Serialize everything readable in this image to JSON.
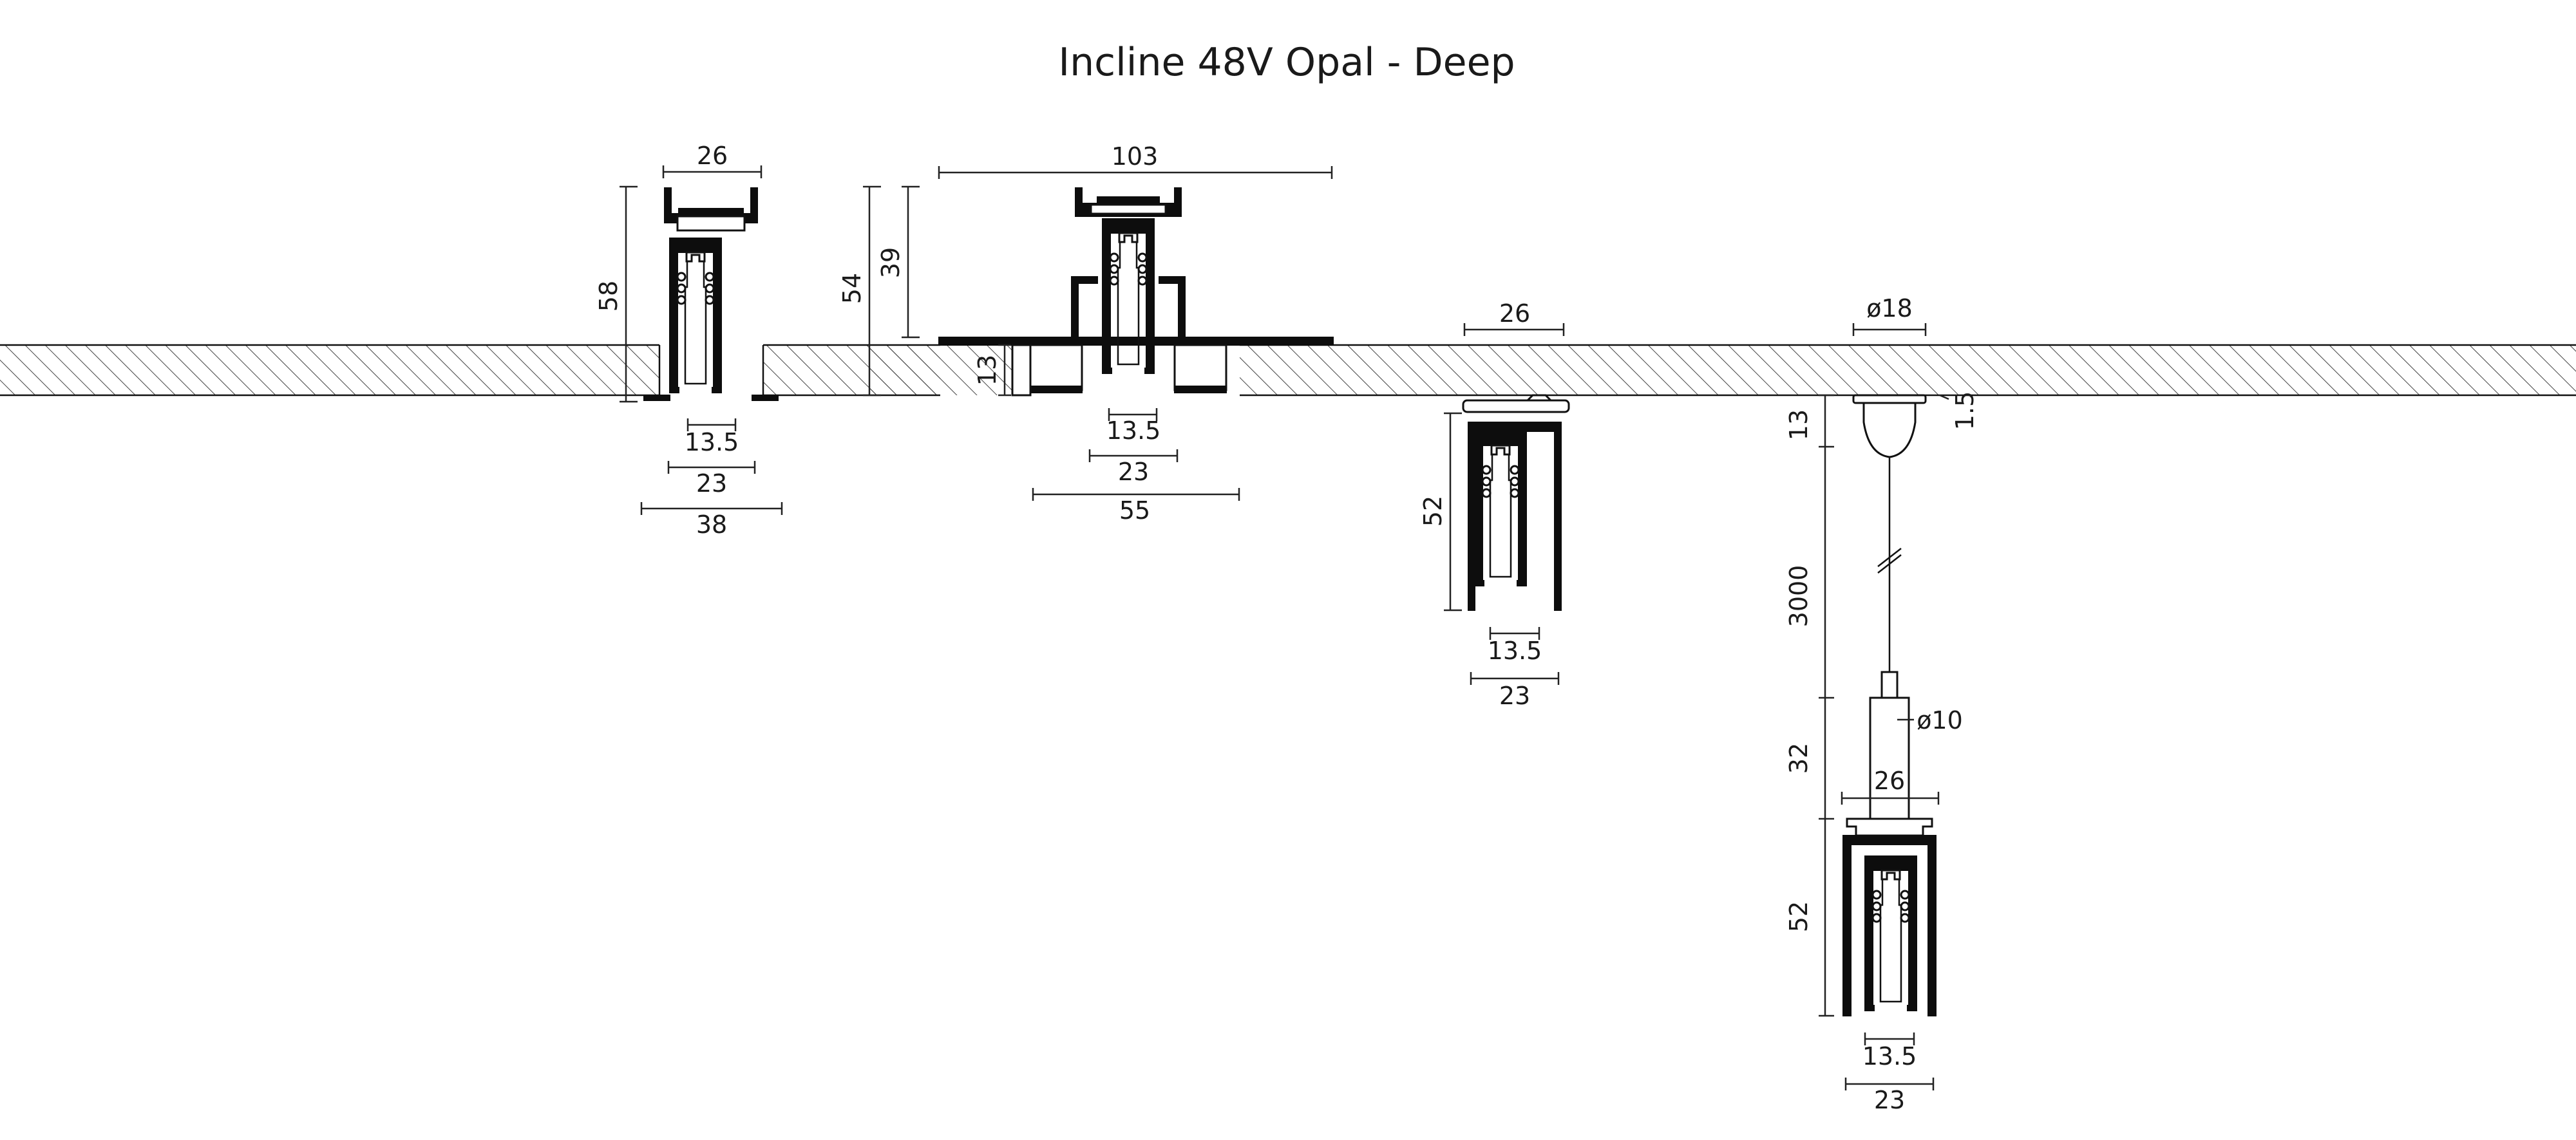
{
  "title": "Incline 48V Opal - Deep",
  "colors": {
    "ink": "#0d0d0d",
    "background": "#ffffff",
    "hatch": "#444444"
  },
  "surface_mounted_recessed": {
    "width_top": "26",
    "height": "58",
    "inner": "13.5",
    "mid": "23",
    "flange": "38"
  },
  "plaster_in": {
    "width_total": "103",
    "height": "54",
    "depth": "39",
    "ceiling": "13",
    "inner": "13.5",
    "mid": "23",
    "flange": "55"
  },
  "surface": {
    "width_top": "26",
    "height": "52",
    "inner": "13.5",
    "mid": "23"
  },
  "pendant": {
    "canopy_diameter": "ø18",
    "canopy_thickness": "1.5",
    "canopy_height": "13",
    "cable_length": "3000",
    "connector_diameter": "ø10",
    "connector_height": "32",
    "width_top": "26",
    "height": "52",
    "inner": "13.5",
    "mid": "23"
  }
}
